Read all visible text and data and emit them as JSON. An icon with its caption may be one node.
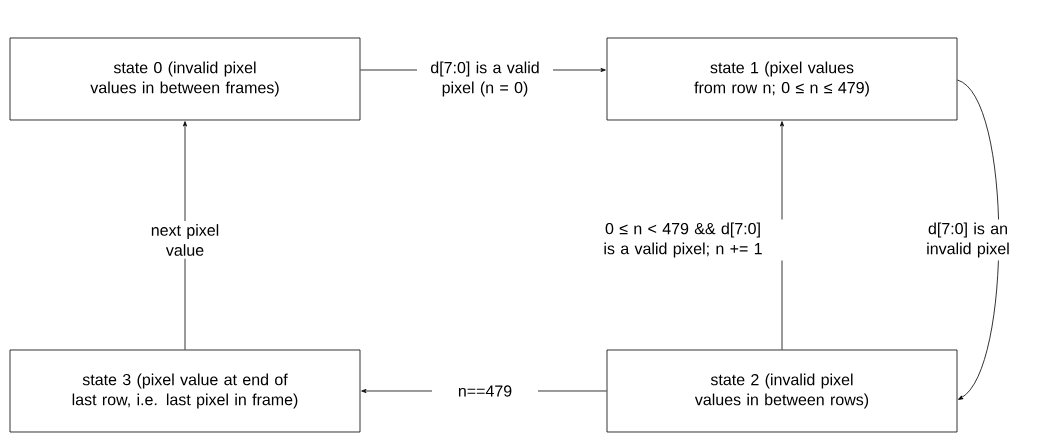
{
  "diagram": {
    "nodes": [
      {
        "text": [
          "state 0 (invalid pixel values in between frames)"
        ]
      },
      {
        "text": [
          "state 1 (pixel values from row n; 0 ≤ n ≤ 479)"
        ]
      },
      {
        "text": [
          "state 2 (invalid pixel values in between rows)"
        ]
      },
      {
        "text": [
          "state 3 (pixel value at end of last row, i.e. last pixel in frame)"
        ]
      }
    ],
    "edges": [
      {
        "from": 0,
        "to": 1,
        "arrow": "to",
        "label": "d[7:0] is a valid pixel (n = 0)"
      },
      {
        "from": 1,
        "to": 2,
        "arrow": "to",
        "label": "d[7:0] is an invalid pixel"
      },
      {
        "from": 2,
        "to": 1,
        "arrow": "to",
        "label": "0 ≤ n < 479 && d[7:0] is a valid pixel; n += 1"
      },
      {
        "from": 2,
        "to": 3,
        "arrow": "to",
        "label": "n==479"
      },
      {
        "from": 3,
        "to": 0,
        "arrow": "to",
        "label": "next pixel value"
      }
    ]
  }
}
